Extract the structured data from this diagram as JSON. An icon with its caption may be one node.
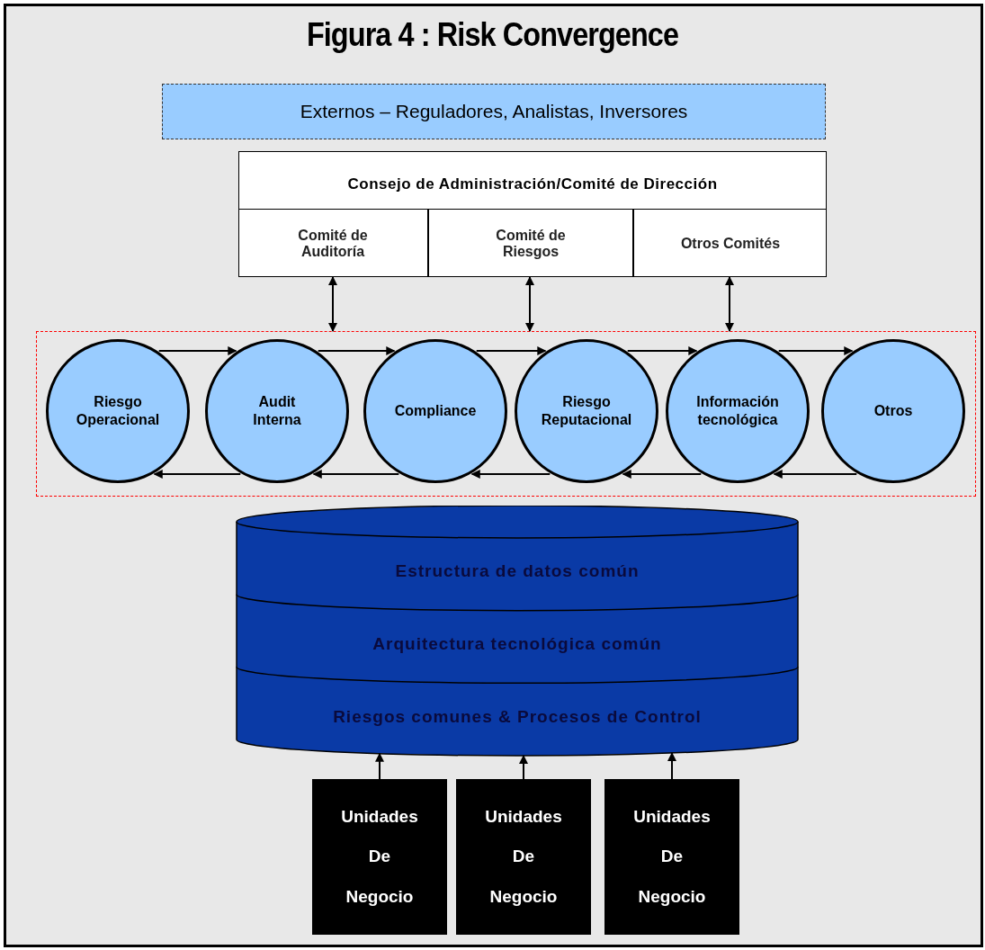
{
  "diagram": {
    "title": "Figura 4 : Risk Convergence",
    "nodes": [
      {
        "text": [
          "Externos – Reguladores, Analistas, Inversores"
        ]
      },
      {
        "text": [
          "Consejo de Administración/Comité de Dirección"
        ]
      },
      {
        "text": [
          "Comité de Auditoría"
        ],
        "in": 1
      },
      {
        "text": [
          "Comité de Riesgos"
        ],
        "in": 1
      },
      {
        "text": [
          "Otros Comités"
        ],
        "in": 1
      },
      {
        "text": [],
        "shape": "box"
      },
      {
        "text": [
          "Riesgo Operacional"
        ],
        "in": 5
      },
      {
        "text": [
          "Audit Interna"
        ],
        "in": 5
      },
      {
        "text": [
          "Compliance"
        ],
        "in": 5
      },
      {
        "text": [
          "Riesgo Reputacional"
        ],
        "in": 5
      },
      {
        "text": [
          "Información tecnológica"
        ],
        "in": 5
      },
      {
        "text": [
          "Otros"
        ],
        "in": 5
      },
      {
        "text": [
          "Estructura de datos común",
          "Arquitectura tecnológica común",
          "Riesgos comunes & Procesos de Control"
        ]
      },
      {
        "text": [
          "Unidades De Negocio"
        ]
      },
      {
        "text": [
          "Unidades De Negocio"
        ]
      },
      {
        "text": [
          "Unidades De Negocio"
        ]
      }
    ],
    "edges": [
      {
        "from": 2,
        "to": 5,
        "arrow": "both"
      },
      {
        "from": 3,
        "to": 5,
        "arrow": "both"
      },
      {
        "from": 4,
        "to": 5,
        "arrow": "both"
      },
      {
        "from": 6,
        "to": 7,
        "arrow": "to"
      },
      {
        "from": 7,
        "to": 8,
        "arrow": "to"
      },
      {
        "from": 8,
        "to": 9,
        "arrow": "to"
      },
      {
        "from": 9,
        "to": 10,
        "arrow": "to"
      },
      {
        "from": 10,
        "to": 11,
        "arrow": "to"
      },
      {
        "from": 7,
        "to": 6,
        "arrow": "to"
      },
      {
        "from": 8,
        "to": 7,
        "arrow": "to"
      },
      {
        "from": 9,
        "to": 8,
        "arrow": "to"
      },
      {
        "from": 10,
        "to": 9,
        "arrow": "to"
      },
      {
        "from": 11,
        "to": 10,
        "arrow": "to"
      },
      {
        "from": 13,
        "to": 12,
        "arrow": "to"
      },
      {
        "from": 14,
        "to": 12,
        "arrow": "to"
      },
      {
        "from": 15,
        "to": 12,
        "arrow": "to"
      }
    ]
  }
}
